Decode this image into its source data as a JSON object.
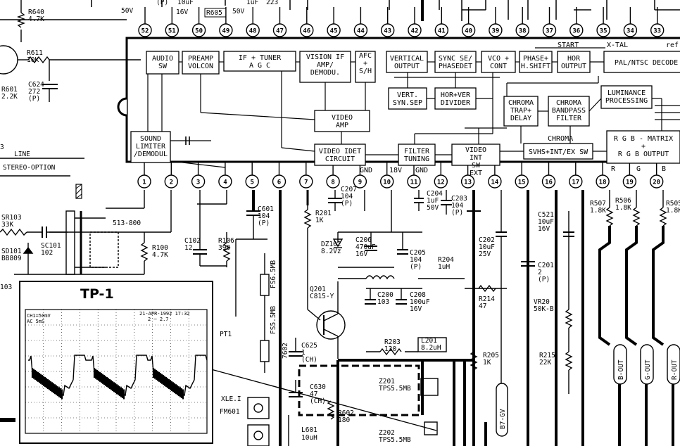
{
  "ic": {
    "top_pins": [
      "52",
      "51",
      "50",
      "49",
      "48",
      "47",
      "46",
      "45",
      "44",
      "43",
      "42",
      "41",
      "40",
      "39",
      "38",
      "37",
      "36",
      "35",
      "34",
      "33"
    ],
    "bottom_pins": [
      "1",
      "2",
      "3",
      "4",
      "5",
      "6",
      "7",
      "8",
      "9",
      "10",
      "11",
      "12",
      "13",
      "14",
      "15",
      "16",
      "17",
      "18",
      "19",
      "20"
    ],
    "blocks": {
      "audio_sw": [
        "AUDIO",
        "SW"
      ],
      "preamp": [
        "PREAMP",
        "VOLCON"
      ],
      "if_tuner": [
        "IF + TUNER",
        "A G C"
      ],
      "vision_if": [
        "VISION IF",
        "AMP/",
        "DEMODU."
      ],
      "afc": [
        "AFC",
        "+",
        "S/H"
      ],
      "vertical_output": [
        "VERTICAL",
        "OUTPUT"
      ],
      "sync_sep": [
        "SYNC SE/",
        "PHASEDET"
      ],
      "vco": [
        "VCO +",
        "CONT"
      ],
      "phase_shift": [
        "PHASE+",
        "H.SHIFT"
      ],
      "hor_output": [
        "HOR",
        "OUTPUT"
      ],
      "pal_ntsc": [
        "PAL/NTSC DECODE"
      ],
      "vert_syn_sep": [
        "VERT.",
        "SYN.SEP"
      ],
      "hor_ver_divider": [
        "HOR+VER",
        "DIVIDER"
      ],
      "chroma_trap": [
        "CHROMA",
        "TRAP+",
        "DELAY"
      ],
      "chroma_bandpass": [
        "CHROMA",
        "BANDPASS",
        "FILTER"
      ],
      "luminance": [
        "LUMINANCE",
        "PROCESSING"
      ],
      "video_amp": [
        "VIDEO",
        "AMP"
      ],
      "sound_limiter": [
        "SOUND",
        "LIMITER",
        "/DEMODUL"
      ],
      "video_idet": [
        "VIDEO IDET",
        "CIRCUIT"
      ],
      "filter_tuning": [
        "FILTER",
        "TUNING"
      ],
      "video_int_ext": [
        "VIDEO",
        "INT",
        "SW",
        "EXT"
      ],
      "svhs_sw": [
        "SVHS+INT/EX SW"
      ],
      "rgb_matrix": [
        "R G B - MATRIX",
        "+",
        "R G B OUTPUT"
      ]
    },
    "labels": {
      "start": "START",
      "x_tal": "X-TAL",
      "ref": "ref",
      "chroma": "CHROMA",
      "gnd1": "GND",
      "v18": "18V",
      "gnd2": "GND",
      "r": "R",
      "g": "G",
      "b": "B"
    }
  },
  "left_labels": {
    "line": "LINE",
    "stereo": "STEREO-OPTION",
    "three": "3",
    "s13_800": "513-800",
    "c103": "103",
    "pt1": "PT1",
    "xlei": "XLE.I",
    "fm601": "FM601",
    "l601": "L601",
    "l601_v": "10uH"
  },
  "components": {
    "top_strip": [
      "50V",
      "10uF",
      "16V",
      "(P)",
      "R605",
      "1uF",
      "50V",
      "223"
    ],
    "r640": [
      "R640",
      "4.7K"
    ],
    "r611": [
      "R611",
      "10K"
    ],
    "c624": [
      "C624",
      "272",
      "(P)"
    ],
    "r601": [
      "R601",
      "2.2K"
    ],
    "sr103": [
      "SR103",
      "33K"
    ],
    "sc101": [
      "SC101",
      "102"
    ],
    "sd101": [
      "SD101",
      "BB809"
    ],
    "r100": [
      "R100",
      "4.7K"
    ],
    "c102": [
      "C102",
      "12"
    ],
    "r106": [
      "R106",
      "390"
    ],
    "c601": [
      "C601",
      "104",
      "(P)"
    ],
    "r201": [
      "R201",
      "1K"
    ],
    "c207": [
      "C207",
      "104",
      "(P)"
    ],
    "c204": [
      "C204",
      "1uF",
      "50V"
    ],
    "c203": [
      "C203",
      "104",
      "(P)"
    ],
    "dz102": [
      "DZ102",
      "8.2Vz"
    ],
    "c206": [
      "C206",
      "470uF",
      "16V"
    ],
    "c205": [
      "C205",
      "104",
      "(P)"
    ],
    "r204": [
      "R204",
      "1uH"
    ],
    "c202": [
      "C202",
      "10uF",
      "25V"
    ],
    "c521": [
      "C521",
      "10uF",
      "16V"
    ],
    "c201": [
      "C201",
      "2",
      "(P)"
    ],
    "q201": [
      "Q201",
      "C815-Y"
    ],
    "c200": [
      "C200",
      "103"
    ],
    "c208": [
      "C208",
      "100uF",
      "16V"
    ],
    "r214": [
      "R214",
      "47"
    ],
    "vr201": [
      "VR20",
      "50K-B"
    ],
    "r215": [
      "R215",
      "22K"
    ],
    "r507": [
      "R507",
      "1.8K"
    ],
    "r506": [
      "R506",
      "1.8K"
    ],
    "r505": [
      "R505",
      "1.8K"
    ],
    "c625": [
      "C625",
      "1",
      "(CH)"
    ],
    "c630": [
      "C630",
      "47",
      "(CH)"
    ],
    "r203": [
      "R203",
      "130"
    ],
    "l201": [
      "L201",
      "8.2uH"
    ],
    "r205": [
      "R205",
      "1K"
    ],
    "z201": [
      "Z201",
      "TPS5.5MB"
    ],
    "z202": [
      "Z202",
      "TPS5.5MB"
    ],
    "r602": [
      "R602",
      "180"
    ],
    "b_out": "B-OUT",
    "g_out": "G-OUT",
    "r_out": "R-OUT",
    "b7_out": "B7-GV",
    "vert_labels": [
      "FS5.5MB",
      "FS6.5MB",
      "7602"
    ]
  },
  "scope": {
    "title": "TP-1",
    "header_left": "CH1=50mV",
    "header_left2": "AC 5mS",
    "header_right": "21-APR-1992 17:32",
    "header_right2": "2  ─  2.7"
  }
}
